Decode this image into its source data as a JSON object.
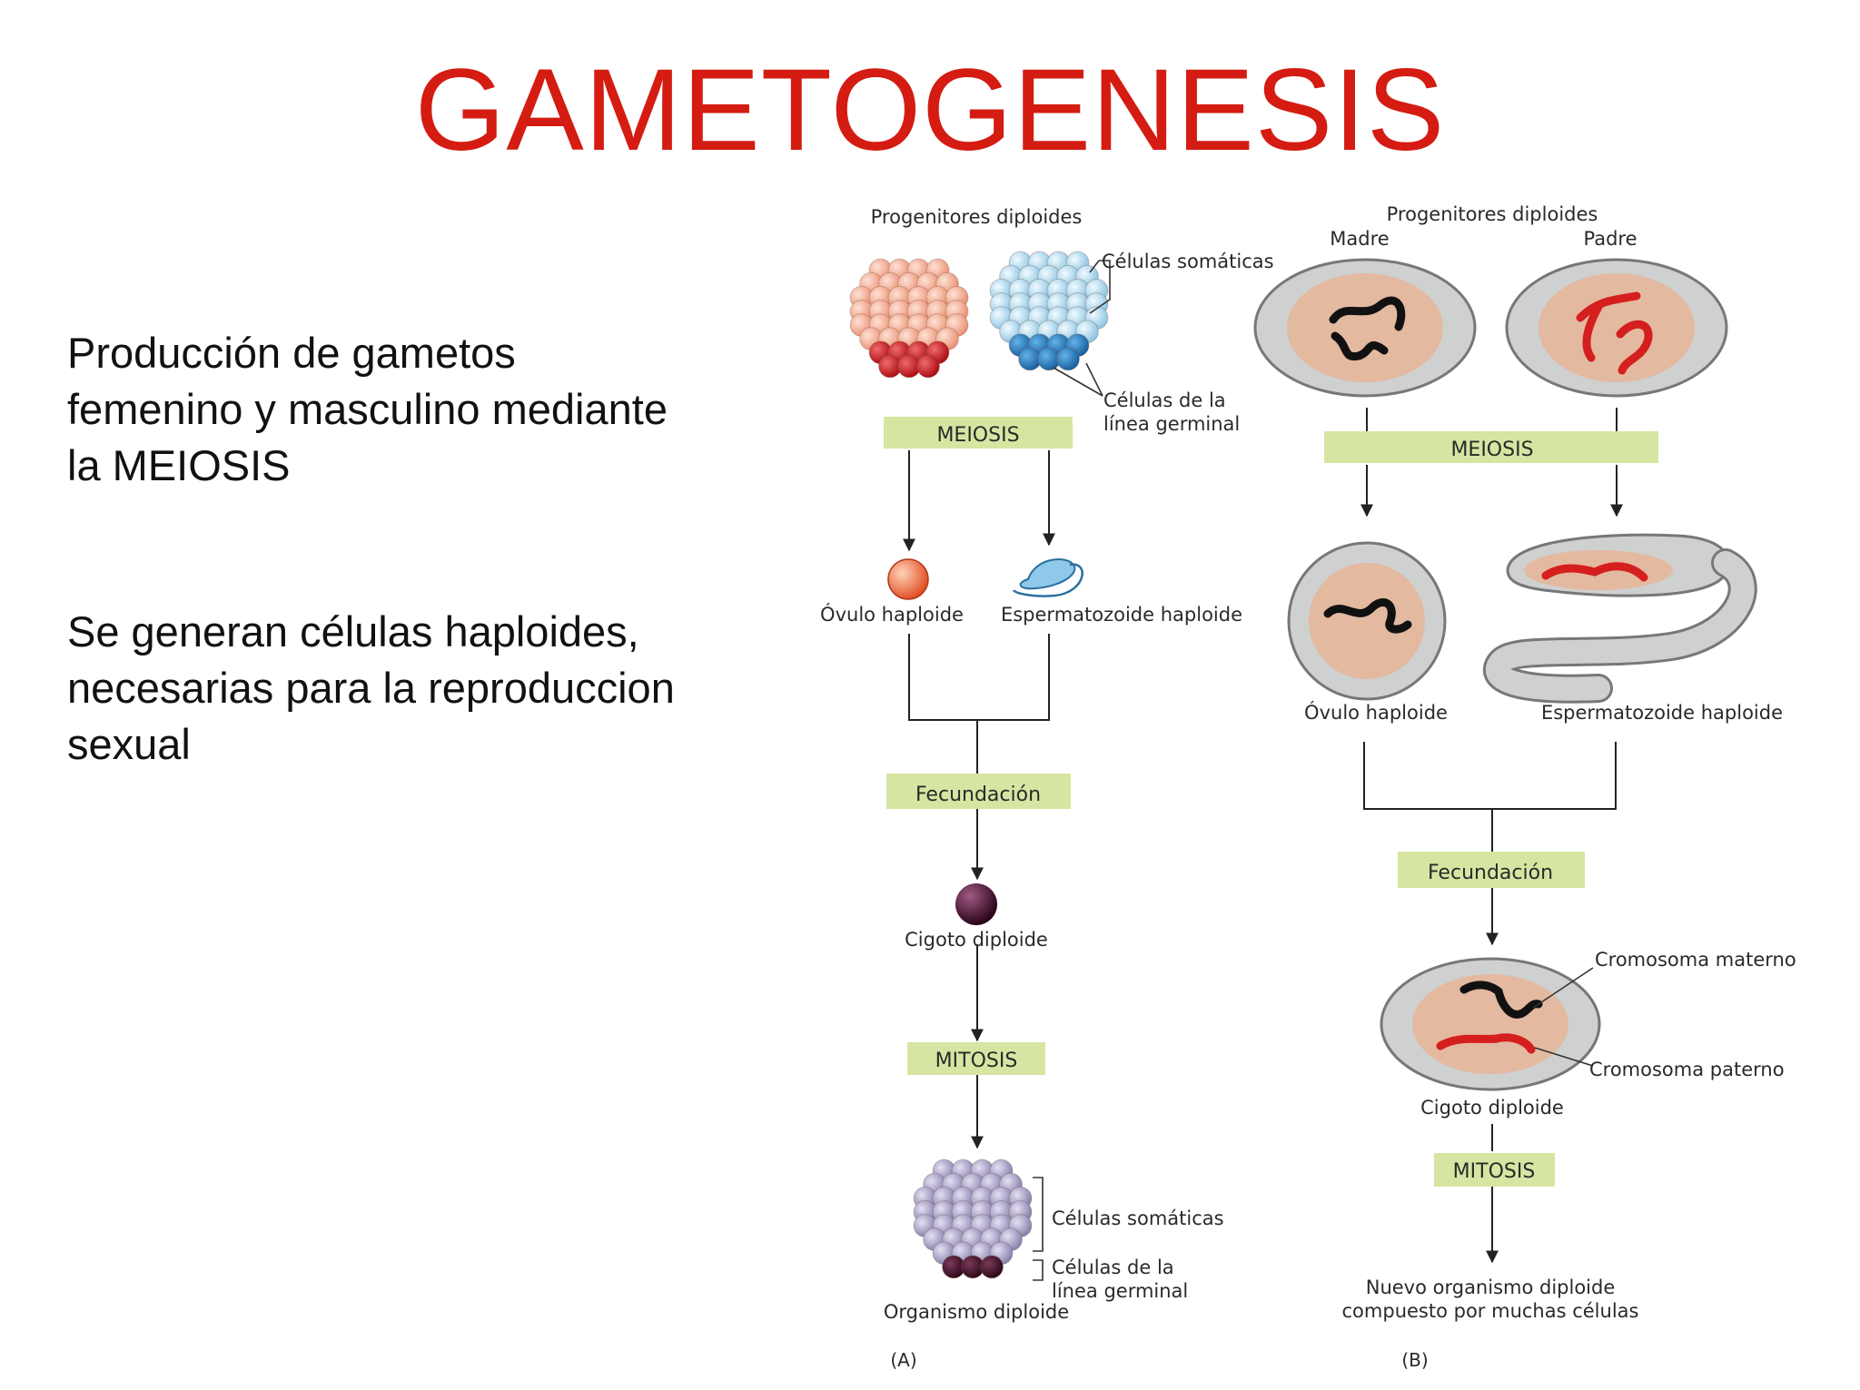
{
  "slide": {
    "title": "GAMETOGENESIS",
    "paragraph_1": [
      "Producción de gametos",
      "femenino y masculino mediante",
      "la MEIOSIS"
    ],
    "paragraph_2": [
      "Se generan células haploides,",
      "necesarias para la reproduccion",
      "sexual"
    ]
  },
  "diagram_a": {
    "panel_label": "(A)",
    "parents_label": "Progenitores diploides",
    "somatic_label": "Células somáticas",
    "germline_label_1": "Células de la",
    "germline_label_2": "línea germinal",
    "meiosis_label": "MEIOSIS",
    "egg_label": "Óvulo haploide",
    "sperm_label": "Espermatozoide haploide",
    "fertilization_label": "Fecundación",
    "zygote_label": "Cigoto diploide",
    "mitosis_label": "MITOSIS",
    "organism_somatic_label": "Células somáticas",
    "organism_germline_label_1": "Células de la",
    "organism_germline_label_2": "línea germinal",
    "organism_label": "Organismo diploide"
  },
  "diagram_b": {
    "panel_label": "(B)",
    "parents_label": "Progenitores diploides",
    "mother_label": "Madre",
    "father_label": "Padre",
    "meiosis_label": "MEIOSIS",
    "egg_label": "Óvulo haploide",
    "sperm_label": "Espermatozoide haploide",
    "fertilization_label": "Fecundación",
    "maternal_chromosome_label": "Cromosoma materno",
    "paternal_chromosome_label": "Cromosoma paterno",
    "zygote_label": "Cigoto diploide",
    "mitosis_label": "MITOSIS",
    "new_organism_label_1": "Nuevo organismo diploide",
    "new_organism_label_2": "compuesto por muchas células"
  },
  "colors": {
    "title": "#d41c12",
    "process_box": "#d6e6a2",
    "nucleus": "#e3b9a0",
    "cell_gray": "#cfd0d0",
    "maternal_chromosome": "#111111",
    "paternal_chromosome": "#d51f1f",
    "female_cells": "#f2a58a",
    "male_cells": "#a9d8ee",
    "germline_female": "#c8141c",
    "germline_male": "#1f78c0",
    "zygote": "#4a1232",
    "organism_cells": "#9a93b8",
    "organism_germline": "#3a1028"
  }
}
